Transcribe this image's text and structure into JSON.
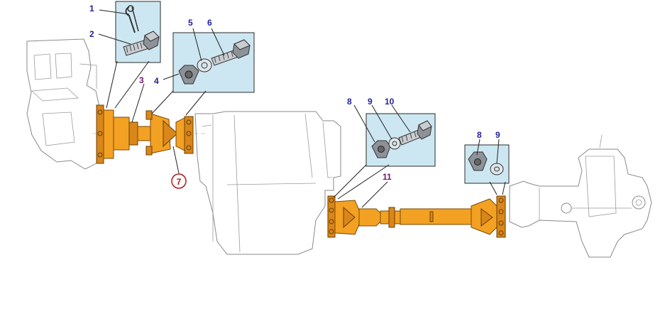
{
  "callouts": {
    "c1": "1",
    "c2": "2",
    "c3": "3",
    "c4": "4",
    "c5": "5",
    "c6": "6",
    "c7": "7",
    "c8a": "8",
    "c9a": "9",
    "c10": "10",
    "c8b": "8",
    "c9b": "9",
    "c11": "11"
  },
  "colors": {
    "part_highlight": "#f3a123",
    "detail_box": "#cde7f2",
    "callout_blue": "#1f1f9a",
    "callout_purple": "#6e1a6e",
    "callout_red": "#b01a1a"
  },
  "icons": {
    "pin": "cotter-pin-icon",
    "bolt": "hex-bolt-icon",
    "nut": "hex-nut-icon",
    "washer": "washer-icon"
  }
}
